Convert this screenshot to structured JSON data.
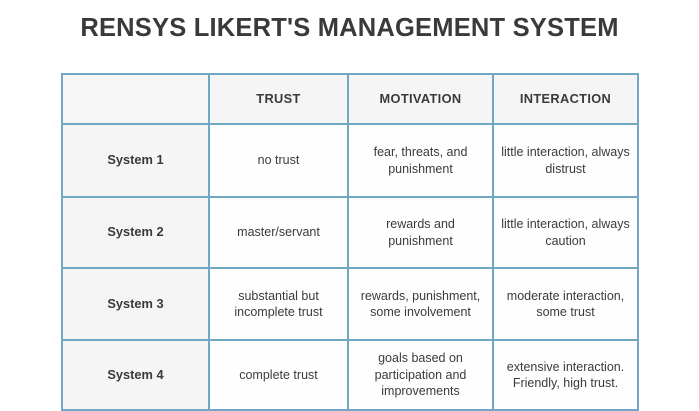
{
  "page": {
    "title": "RENSYS LIKERT'S MANAGEMENT SYSTEM",
    "background_color": "#ffffff",
    "text_color": "#3b3b3b"
  },
  "table": {
    "border_color": "#6fa7c5",
    "header_background": "#f5f5f5",
    "cell_background": "#ffffff",
    "columns": [
      {
        "key": "system",
        "label": ""
      },
      {
        "key": "trust",
        "label": "TRUST"
      },
      {
        "key": "motivation",
        "label": "MOTIVATION"
      },
      {
        "key": "interaction",
        "label": "INTERACTION"
      }
    ],
    "rows": [
      {
        "system": "System 1",
        "trust": "no trust",
        "motivation": "fear, threats, and punishment",
        "interaction": "little interaction, always distrust"
      },
      {
        "system": "System 2",
        "trust": "master/servant",
        "motivation": "rewards and punishment",
        "interaction": "little interaction, always caution"
      },
      {
        "system": "System 3",
        "trust": "substantial but incomplete trust",
        "motivation": "rewards, punishment, some involvement",
        "interaction": "moderate interaction, some trust"
      },
      {
        "system": "System 4",
        "trust": "complete trust",
        "motivation": "goals based on participation and improvements",
        "interaction": "extensive interaction. Friendly, high trust."
      }
    ]
  }
}
